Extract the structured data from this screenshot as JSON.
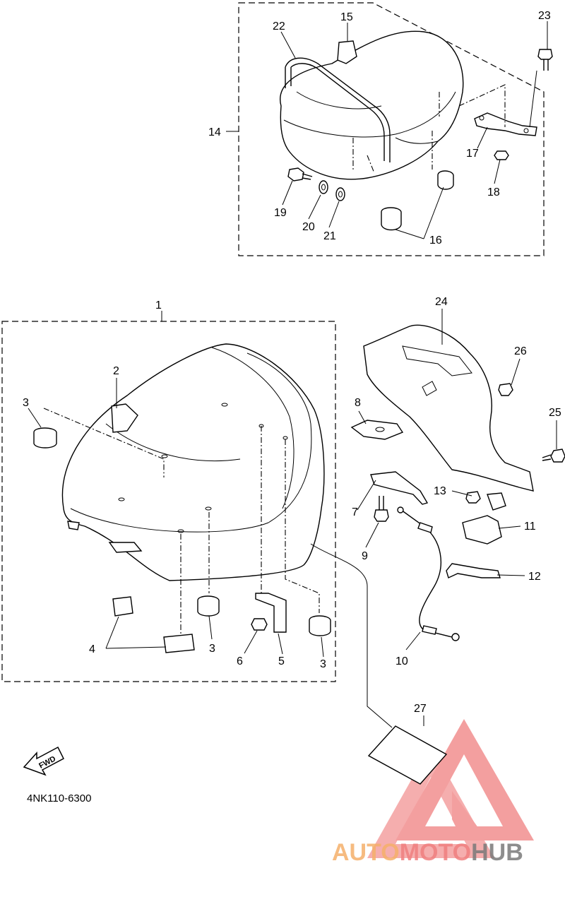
{
  "diagram_code": "4NK110-6300",
  "fwd_label": "FWD",
  "watermark": {
    "text_auto": "AUTO",
    "text_moto": "MOTO",
    "text_hub": "HUB",
    "color_orange": "#f5b06a",
    "color_red": "#f08080",
    "color_gray": "#7a7a7a"
  },
  "callouts": {
    "c1": "1",
    "c2": "2",
    "c3a": "3",
    "c3b": "3",
    "c3c": "3",
    "c4": "4",
    "c5": "5",
    "c6": "6",
    "c7": "7",
    "c8": "8",
    "c9": "9",
    "c10": "10",
    "c11": "11",
    "c12": "12",
    "c13": "13",
    "c14": "14",
    "c15": "15",
    "c16": "16",
    "c17": "17",
    "c18": "18",
    "c19": "19",
    "c20": "20",
    "c21": "21",
    "c22": "22",
    "c23": "23",
    "c24": "24",
    "c25": "25",
    "c26": "26",
    "c27": "27"
  }
}
